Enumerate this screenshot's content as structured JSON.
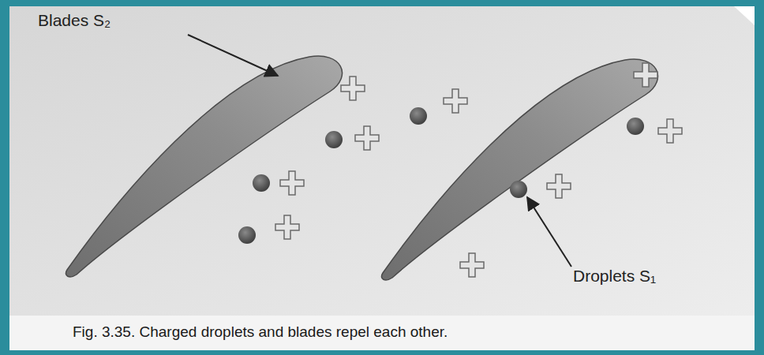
{
  "diagram": {
    "caption": "Fig. 3.35. Charged droplets and blades repel each other.",
    "labels": [
      "Blades S₂",
      "Droplets S₁"
    ]
  }
}
